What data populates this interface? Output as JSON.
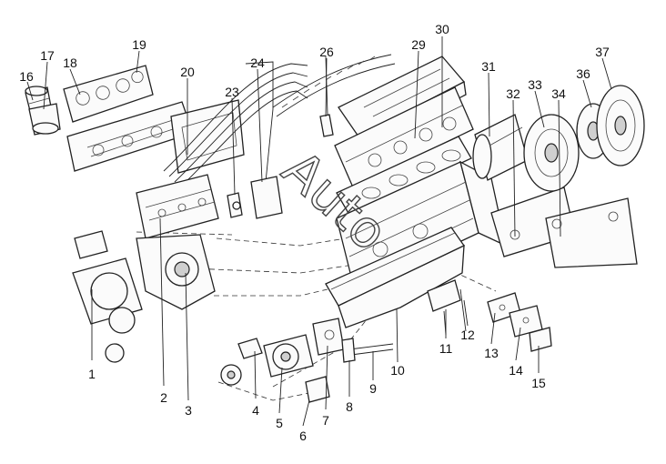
{
  "watermark": "Auto",
  "callouts": [
    {
      "id": "1",
      "label": "1"
    },
    {
      "id": "2",
      "label": "2"
    },
    {
      "id": "3",
      "label": "3"
    },
    {
      "id": "4",
      "label": "4"
    },
    {
      "id": "5",
      "label": "5"
    },
    {
      "id": "6",
      "label": "6"
    },
    {
      "id": "7",
      "label": "7"
    },
    {
      "id": "8",
      "label": "8"
    },
    {
      "id": "9",
      "label": "9"
    },
    {
      "id": "10",
      "label": "10"
    },
    {
      "id": "11",
      "label": "11"
    },
    {
      "id": "12",
      "label": "12"
    },
    {
      "id": "13",
      "label": "13"
    },
    {
      "id": "14",
      "label": "14"
    },
    {
      "id": "15",
      "label": "15"
    },
    {
      "id": "16",
      "label": "16"
    },
    {
      "id": "17",
      "label": "17"
    },
    {
      "id": "18",
      "label": "18"
    },
    {
      "id": "19",
      "label": "19"
    },
    {
      "id": "20",
      "label": "20"
    },
    {
      "id": "23",
      "label": "23"
    },
    {
      "id": "24",
      "label": "24"
    },
    {
      "id": "26",
      "label": "26"
    },
    {
      "id": "29",
      "label": "29"
    },
    {
      "id": "30",
      "label": "30"
    },
    {
      "id": "31",
      "label": "31"
    },
    {
      "id": "32",
      "label": "32"
    },
    {
      "id": "33",
      "label": "33"
    },
    {
      "id": "34",
      "label": "34"
    },
    {
      "id": "36",
      "label": "36"
    },
    {
      "id": "37",
      "label": "37"
    }
  ]
}
